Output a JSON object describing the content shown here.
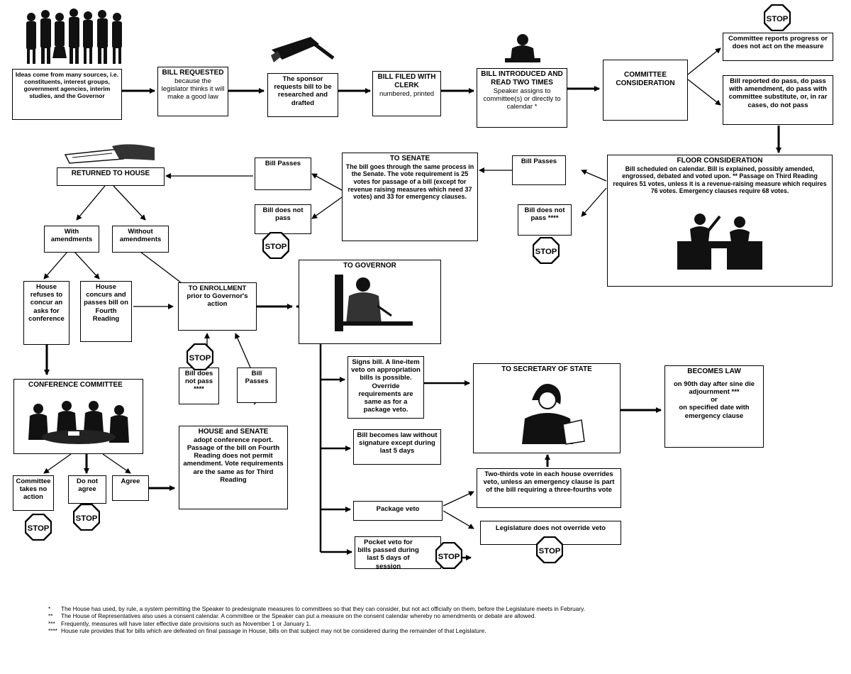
{
  "boxes": {
    "ideas": {
      "title": "",
      "body": "Ideas come from many sources, i.e. constituents, interest groups, government agencies, interim studies, and the Governor"
    },
    "bill_requested": {
      "title": "BILL REQUESTED",
      "body": "because the legislator thinks it will make a good law"
    },
    "sponsor": {
      "title": "",
      "body": "The sponsor requests bill to be researched and drafted"
    },
    "bill_filed": {
      "title": "BILL FILED WITH CLERK",
      "body": "numbered, printed"
    },
    "introduced": {
      "title": "BILL INTRODUCED AND READ TWO TIMES",
      "body": "Speaker assigns to committee(s) or directly to calendar *"
    },
    "committee": {
      "title": "COMMITTEE CONSIDERATION",
      "body": ""
    },
    "committee_reports": {
      "title": "",
      "body": "Committee reports progress or does not act on the measure"
    },
    "bill_reported": {
      "title": "",
      "body": "Bill reported do pass, do pass with amendment, do pass with committee substitute, or, in rar cases, do not pass"
    },
    "floor": {
      "title": "FLOOR CONSIDERATION",
      "body": "Bill scheduled on calendar.  Bill is explained, possibly amended, engrossed, debated and voted upon.  **  Passage on Third Reading requires 51 votes, unless it is a revenue-raising measure which requires 76 votes.  Emergency clauses require 68 votes."
    },
    "bill_passes_house": {
      "title": "",
      "body": "Bill Passes"
    },
    "bill_not_pass_house": {
      "title": "",
      "body": "Bill does not pass ****"
    },
    "to_senate": {
      "title": "TO SENATE",
      "body": "The bill goes through the same process in the Senate. The vote requirement is 25 votes for passage of a bill (except for revenue raising measures which need 37 votes) and 33 for emergency clauses."
    },
    "bill_passes_senate": {
      "title": "",
      "body": "Bill Passes"
    },
    "bill_not_pass_senate": {
      "title": "",
      "body": "Bill does not pass"
    },
    "returned": {
      "title": "RETURNED TO HOUSE",
      "body": ""
    },
    "with_amend": {
      "title": "",
      "body": "With amendments"
    },
    "without_amend": {
      "title": "",
      "body": "Without amendments"
    },
    "house_refuses": {
      "title": "",
      "body": "House refuses to concur an asks for conference"
    },
    "house_concurs": {
      "title": "",
      "body": "House concurs and passes bill on Fourth Reading"
    },
    "enrollment": {
      "title": "",
      "body": "TO ENROLLMENT prior to Governor's action"
    },
    "governor": {
      "title": "TO GOVERNOR",
      "body": ""
    },
    "conference": {
      "title": "CONFERENCE COMMITTEE",
      "body": ""
    },
    "bill_not_pass_conf": {
      "title": "",
      "body": "Bill does not pass ****"
    },
    "bill_passes_conf": {
      "title": "",
      "body": "Bill Passes"
    },
    "house_senate": {
      "title": "HOUSE and SENATE",
      "body": "adopt conference report. Passage of the bill on Fourth Reading does not permit amendment.  Vote requirements are the same as for Third Reading"
    },
    "no_action": {
      "title": "",
      "body": "Committee takes no action"
    },
    "do_not_agree": {
      "title": "",
      "body": "Do not agree"
    },
    "agree": {
      "title": "",
      "body": "Agree"
    },
    "signs": {
      "title": "",
      "body": "Signs bill.  A line-item veto on appropriation bills is possible. Override requirements are same as for a package veto."
    },
    "without_sig": {
      "title": "",
      "body": "Bill becomes law without signature except during last 5 days"
    },
    "package_veto": {
      "title": "",
      "body": "Package veto"
    },
    "pocket_veto": {
      "title": "",
      "body": "Pocket veto for bills passed during last 5 days of session"
    },
    "secretary": {
      "title": "TO SECRETARY OF STATE",
      "body": ""
    },
    "becomes_law": {
      "title": "BECOMES LAW",
      "body": "on 90th day after sine die adjournment ***\nor\non specified date with emergency clause"
    },
    "two_thirds": {
      "title": "",
      "body": "Two-thirds vote in each house overrides veto, unless an emergency clause is part of the bill requiring a three-fourths vote"
    },
    "not_override": {
      "title": "",
      "body": "Legislature does not override veto"
    }
  },
  "stop_label": "STOP",
  "footnotes": [
    {
      "mark": "*",
      "text": "The House has used, by rule, a system permitting the Speaker to predesignate measures to committees so that they can consider, but not act officially on them, before the Legislature meets in February."
    },
    {
      "mark": "**",
      "text": "The House of Representatives also uses a consent calendar.  A committee or the Speaker can put a measure on the consent calendar whereby no amendments or debate are allowed."
    },
    {
      "mark": "***",
      "text": "Frequently, measures will have later effective date provisions such as November 1 or January 1."
    },
    {
      "mark": "****",
      "text": "House rule provides that for bills which are defeated on final passage in House, bills on that subject may not be considered during the remainder of that Legislature."
    }
  ],
  "icons": [
    "people-silhouettes-icon",
    "writing-hand-icon",
    "person-at-desk-icon",
    "debate-podium-icon",
    "hand-passing-document-icon",
    "governor-at-desk-icon",
    "conference-table-icon",
    "secretary-reading-icon",
    "stop-sign-icon"
  ]
}
